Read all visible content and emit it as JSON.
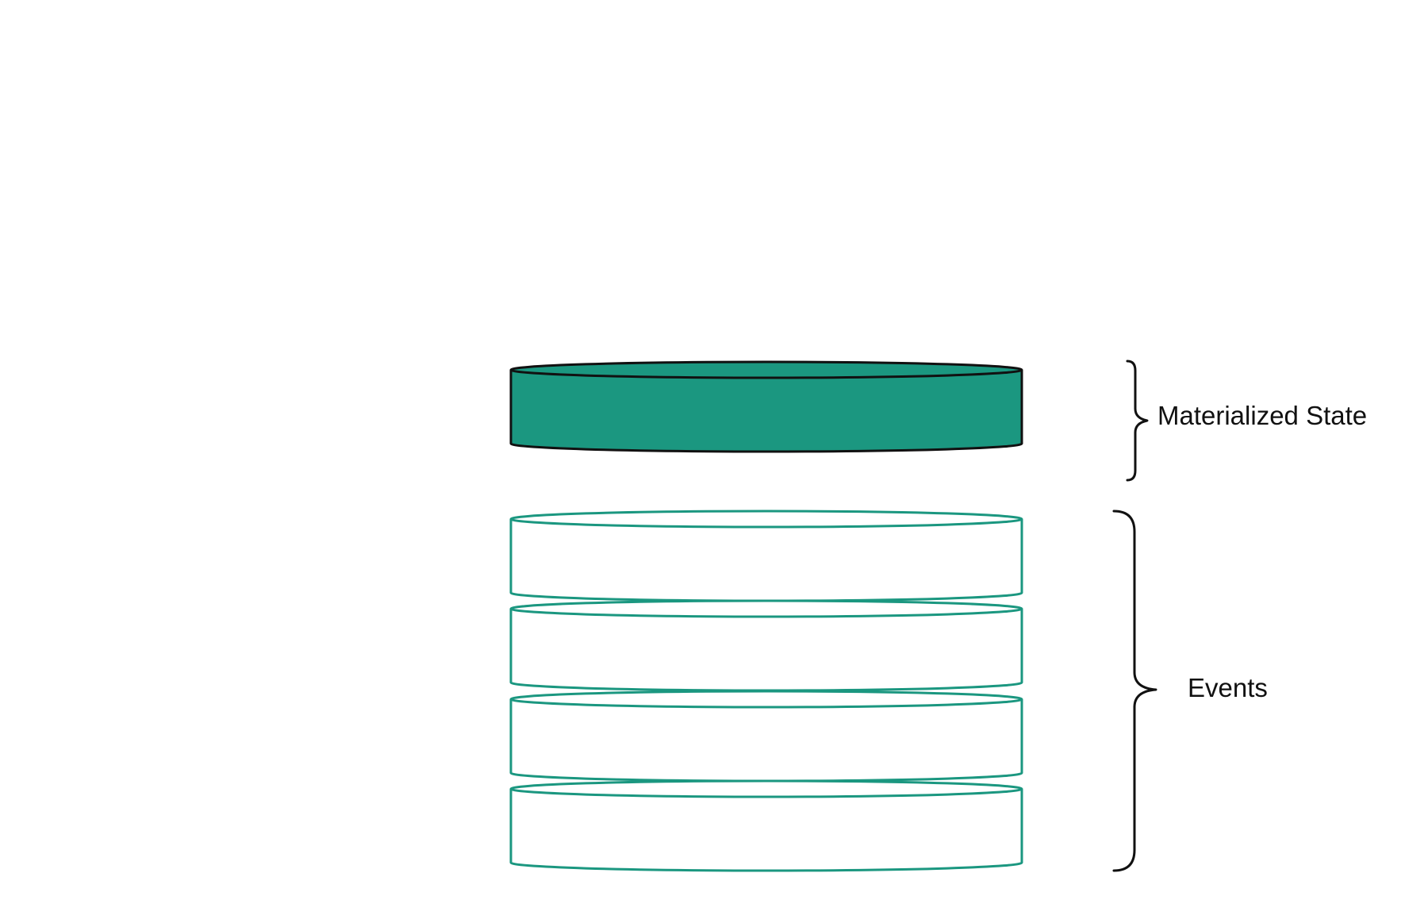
{
  "labels": {
    "materialized_state": "Materialized State",
    "events": "Events"
  },
  "colors": {
    "teal": "#1b9780",
    "outline": "#111111",
    "background": "#ffffff"
  },
  "event_disk_count": 4
}
